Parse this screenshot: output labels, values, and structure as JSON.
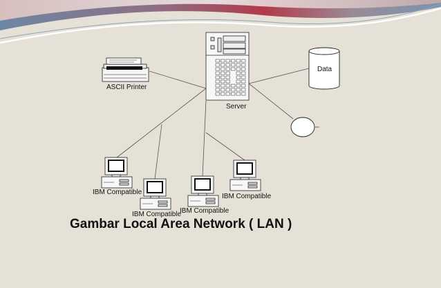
{
  "slide": {
    "caption": "Gambar Local Area Network ( LAN )"
  },
  "nodes": {
    "printer_label": "ASCII Printer",
    "server_label": "Server",
    "data_label": "Data",
    "pc_1_label": "IBM Compatible",
    "pc_2_label": "IBM Compatible",
    "pc_3_label": "IBM Compatible",
    "pc_4_label": "IBM Compatible"
  },
  "colors": {
    "background": "#e6e1d6",
    "wave_red": "#b23a4a",
    "wave_blue": "#5b7fa6",
    "line": "#555555"
  }
}
